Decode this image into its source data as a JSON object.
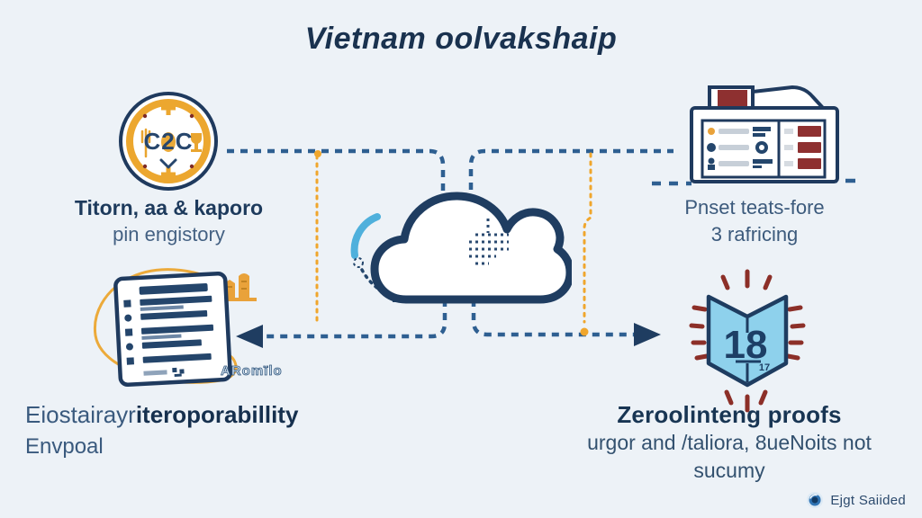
{
  "title": "Vietnam oolvakshaip",
  "diagram": {
    "registry": {
      "badge_text": "C2C",
      "label_line1": "Titorn, aa & kaporo",
      "label_line2": "pin engistory"
    },
    "pricing": {
      "label_line1": "Pnset teats-fore",
      "label_line2": "3 rafricing"
    },
    "interoperability": {
      "label_line1_light": "Eiostairayr",
      "label_line1_bold": "iteroporabillity",
      "label_line2": "Envpoal",
      "doc_caption": "ARomïlo"
    },
    "proofs": {
      "book_number": "18",
      "book_number_small": "17",
      "label_line1": "Zeroolinteng proofs",
      "label_line2": "urgor and /taliora, 8ueNoits not",
      "label_line3": "sucumy"
    }
  },
  "footer": {
    "brand": "Ejgt Saiided"
  },
  "icons": {
    "center": "cloud-icon",
    "top_left": "c2c-badge-icon",
    "top_right": "scanner-device-icon",
    "bottom_left": "document-list-icon",
    "bottom_right": "open-book-icon",
    "footer": "swirl-logo-icon"
  },
  "colors": {
    "background": "#edf2f7",
    "navy": "#1f3d61",
    "slate": "#3d5c80",
    "orange": "#eda62d",
    "light_blue": "#4fb0dc",
    "book_fill": "#8ed1ec",
    "dark_red": "#8c3030"
  }
}
